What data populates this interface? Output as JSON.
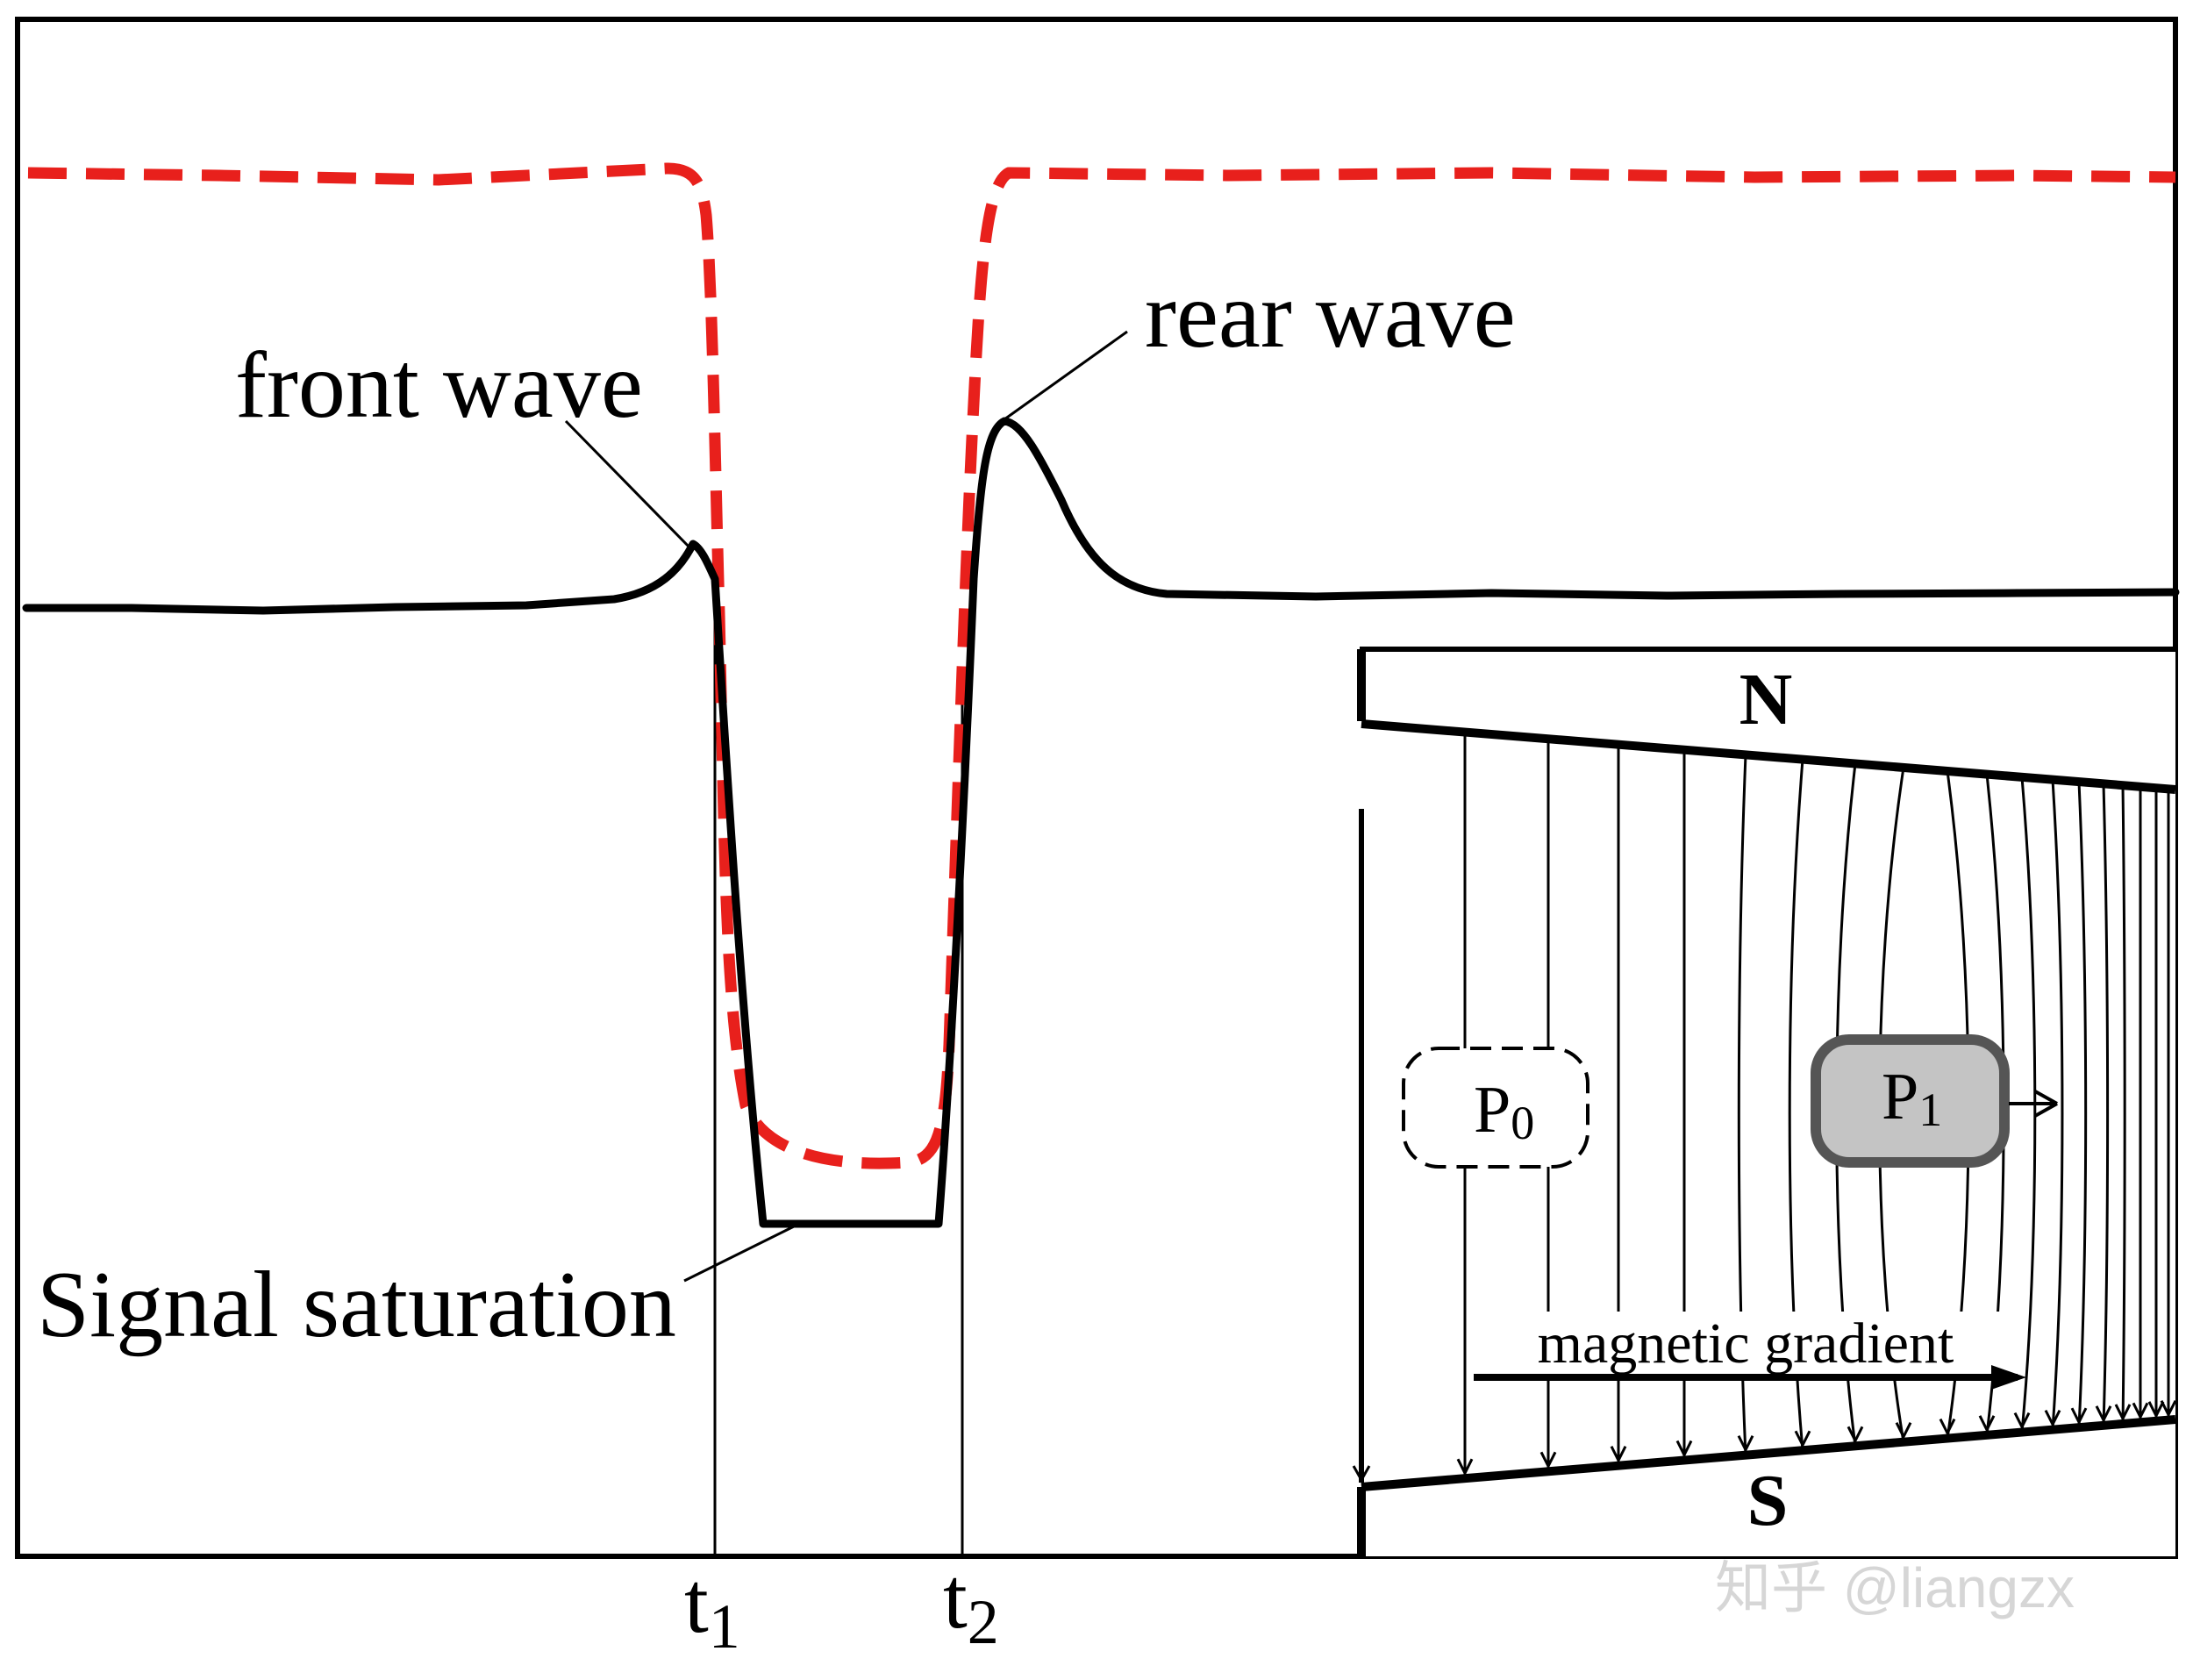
{
  "labels": {
    "front_wave": "front wave",
    "rear_wave": "rear wave",
    "signal_saturation": "Signal saturation",
    "t1_base": "t",
    "t1_sub": "1",
    "t2_base": "t",
    "t2_sub": "2"
  },
  "inset": {
    "north": "N",
    "south": "S",
    "p0_base": "P",
    "p0_sub": "0",
    "p1_base": "P",
    "p1_sub": "1",
    "gradient": "magnetic gradient"
  },
  "watermark": "知乎 @liangzx",
  "colors": {
    "signal_line": "#000000",
    "reference_line": "#e8201c",
    "p1_fill": "#c4c4c4",
    "p1_border": "#555555",
    "watermark": "#d6d6d6"
  }
}
